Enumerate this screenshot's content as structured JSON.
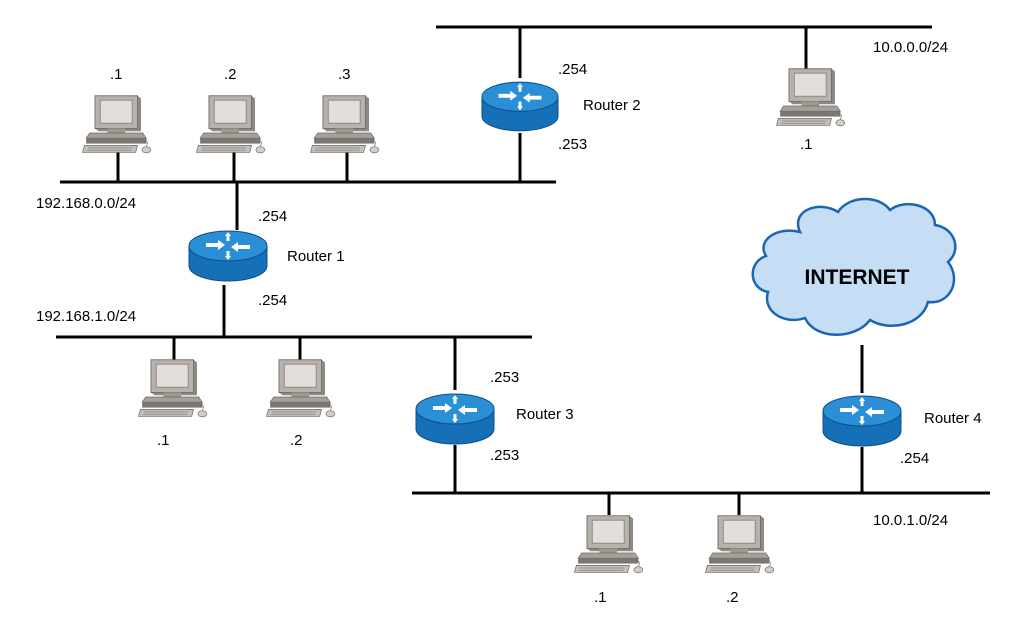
{
  "networks": {
    "net_10_0_0": "10.0.0.0/24",
    "net_192_168_0": "192.168.0.0/24",
    "net_192_168_1": "192.168.1.0/24",
    "net_10_0_1": "10.0.1.0/24"
  },
  "routers": {
    "r1": {
      "name": "Router 1",
      "top_ip": ".254",
      "bottom_ip": ".254"
    },
    "r2": {
      "name": "Router 2",
      "top_ip": ".254",
      "bottom_ip": ".253"
    },
    "r3": {
      "name": "Router 3",
      "top_ip": ".253",
      "bottom_ip": ".253"
    },
    "r4": {
      "name": "Router 4",
      "bottom_ip": ".254"
    }
  },
  "hosts": {
    "lan0": [
      ".1",
      ".2",
      ".3"
    ],
    "lan10_0": [
      ".1"
    ],
    "lan1": [
      ".1",
      ".2"
    ],
    "lan10_1": [
      ".1",
      ".2"
    ]
  },
  "cloud": {
    "label": "INTERNET",
    "color": "#c5def5",
    "stroke": "#1a66b3"
  },
  "colors": {
    "router_top": "#2a8fd6",
    "router_side": "#1670b8",
    "line": "#000000",
    "pc": "#b8b2ad"
  }
}
